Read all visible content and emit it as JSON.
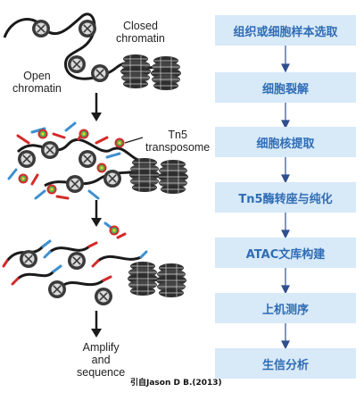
{
  "diagram": {
    "labels": {
      "closed_chromatin": [
        "Closed",
        "chromatin"
      ],
      "open_chromatin": [
        "Open",
        "chromatin"
      ],
      "tn5": [
        "Tn5",
        "transposome"
      ],
      "amplify": [
        "Amplify",
        "and",
        "sequence"
      ],
      "citation": "引自Jason D B.(2013)"
    },
    "steps": [
      "组织或细胞样本选取",
      "细胞裂解",
      "细胞核提取",
      "Tn5酶转座与纯化",
      "ATAC文库构建",
      "上机测序",
      "生信分析"
    ],
    "colors": {
      "step_bg": "#d8e9f8",
      "step_text": "#2f6db5",
      "step_arrow": "#2f4f8f",
      "nucleosome": "#3a3a3a",
      "dna": "#1a1a1a",
      "adapter_red": "#d42a2a",
      "adapter_blue": "#3d8fd0",
      "tn5_green": "#4caf50"
    }
  }
}
